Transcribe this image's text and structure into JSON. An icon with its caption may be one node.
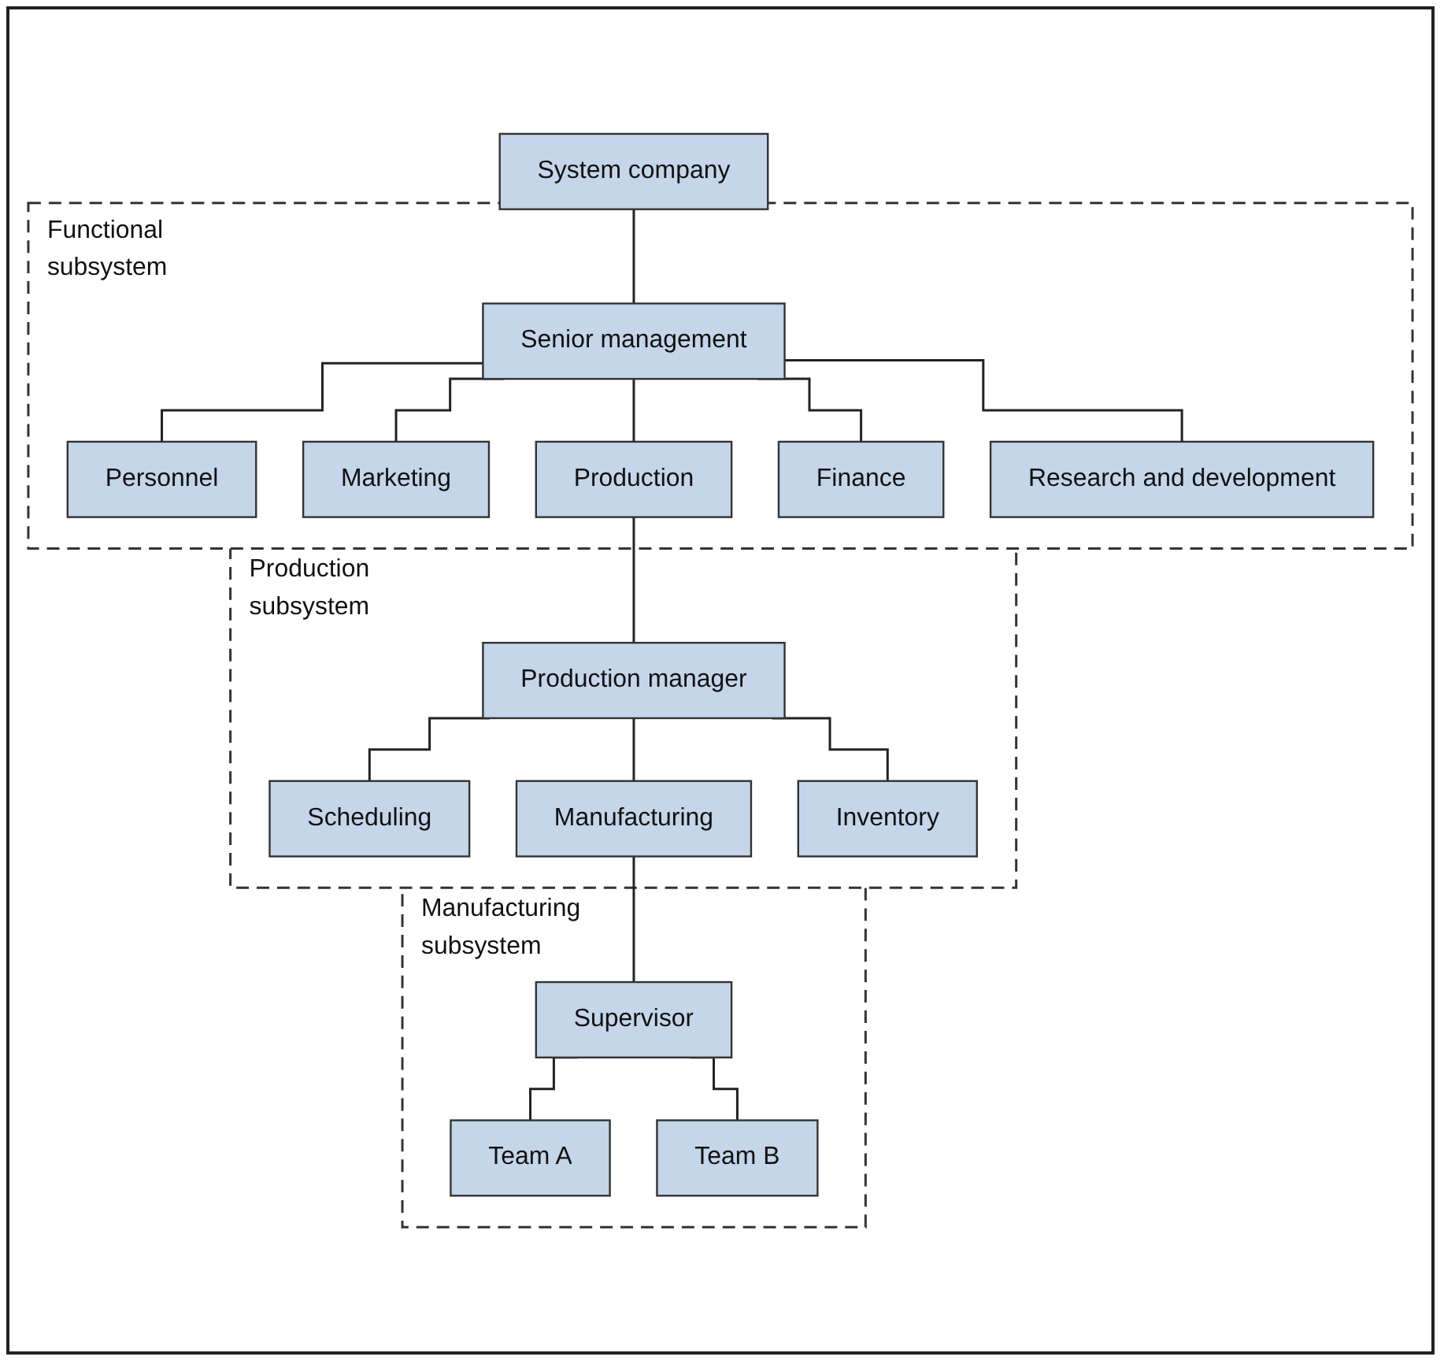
{
  "diagram": {
    "nodes": [
      {
        "text": [
          "System company"
        ]
      },
      {
        "text": [
          "Functional subsystem"
        ]
      },
      {
        "text": [
          "Senior management"
        ],
        "in": 1
      },
      {
        "text": [
          "Personnel"
        ],
        "in": 1
      },
      {
        "text": [
          "Marketing"
        ],
        "in": 1
      },
      {
        "text": [
          "Production"
        ],
        "in": 1
      },
      {
        "text": [
          "Finance"
        ],
        "in": 1
      },
      {
        "text": [
          "Research and development"
        ],
        "in": 1
      },
      {
        "text": [
          "Production subsystem"
        ]
      },
      {
        "text": [
          "Production manager"
        ],
        "in": 8
      },
      {
        "text": [
          "Scheduling"
        ],
        "in": 8
      },
      {
        "text": [
          "Manufacturing"
        ],
        "in": 8
      },
      {
        "text": [
          "Inventory"
        ],
        "in": 8
      },
      {
        "text": [
          "Manufacturing subsystem"
        ]
      },
      {
        "text": [
          "Supervisor"
        ],
        "in": 13
      },
      {
        "text": [
          "Team A"
        ],
        "in": 13
      },
      {
        "text": [
          "Team B"
        ],
        "in": 13
      }
    ],
    "edges": [
      {
        "from": 0,
        "to": 2,
        "arrow": "none"
      },
      {
        "from": 2,
        "to": 3,
        "arrow": "none"
      },
      {
        "from": 2,
        "to": 4,
        "arrow": "none"
      },
      {
        "from": 2,
        "to": 5,
        "arrow": "none"
      },
      {
        "from": 2,
        "to": 6,
        "arrow": "none"
      },
      {
        "from": 2,
        "to": 7,
        "arrow": "none"
      },
      {
        "from": 5,
        "to": 9,
        "arrow": "none"
      },
      {
        "from": 9,
        "to": 10,
        "arrow": "none"
      },
      {
        "from": 9,
        "to": 11,
        "arrow": "none"
      },
      {
        "from": 9,
        "to": 12,
        "arrow": "none"
      },
      {
        "from": 11,
        "to": 14,
        "arrow": "none"
      },
      {
        "from": 14,
        "to": 15,
        "arrow": "none"
      },
      {
        "from": 14,
        "to": 16,
        "arrow": "none"
      }
    ]
  }
}
